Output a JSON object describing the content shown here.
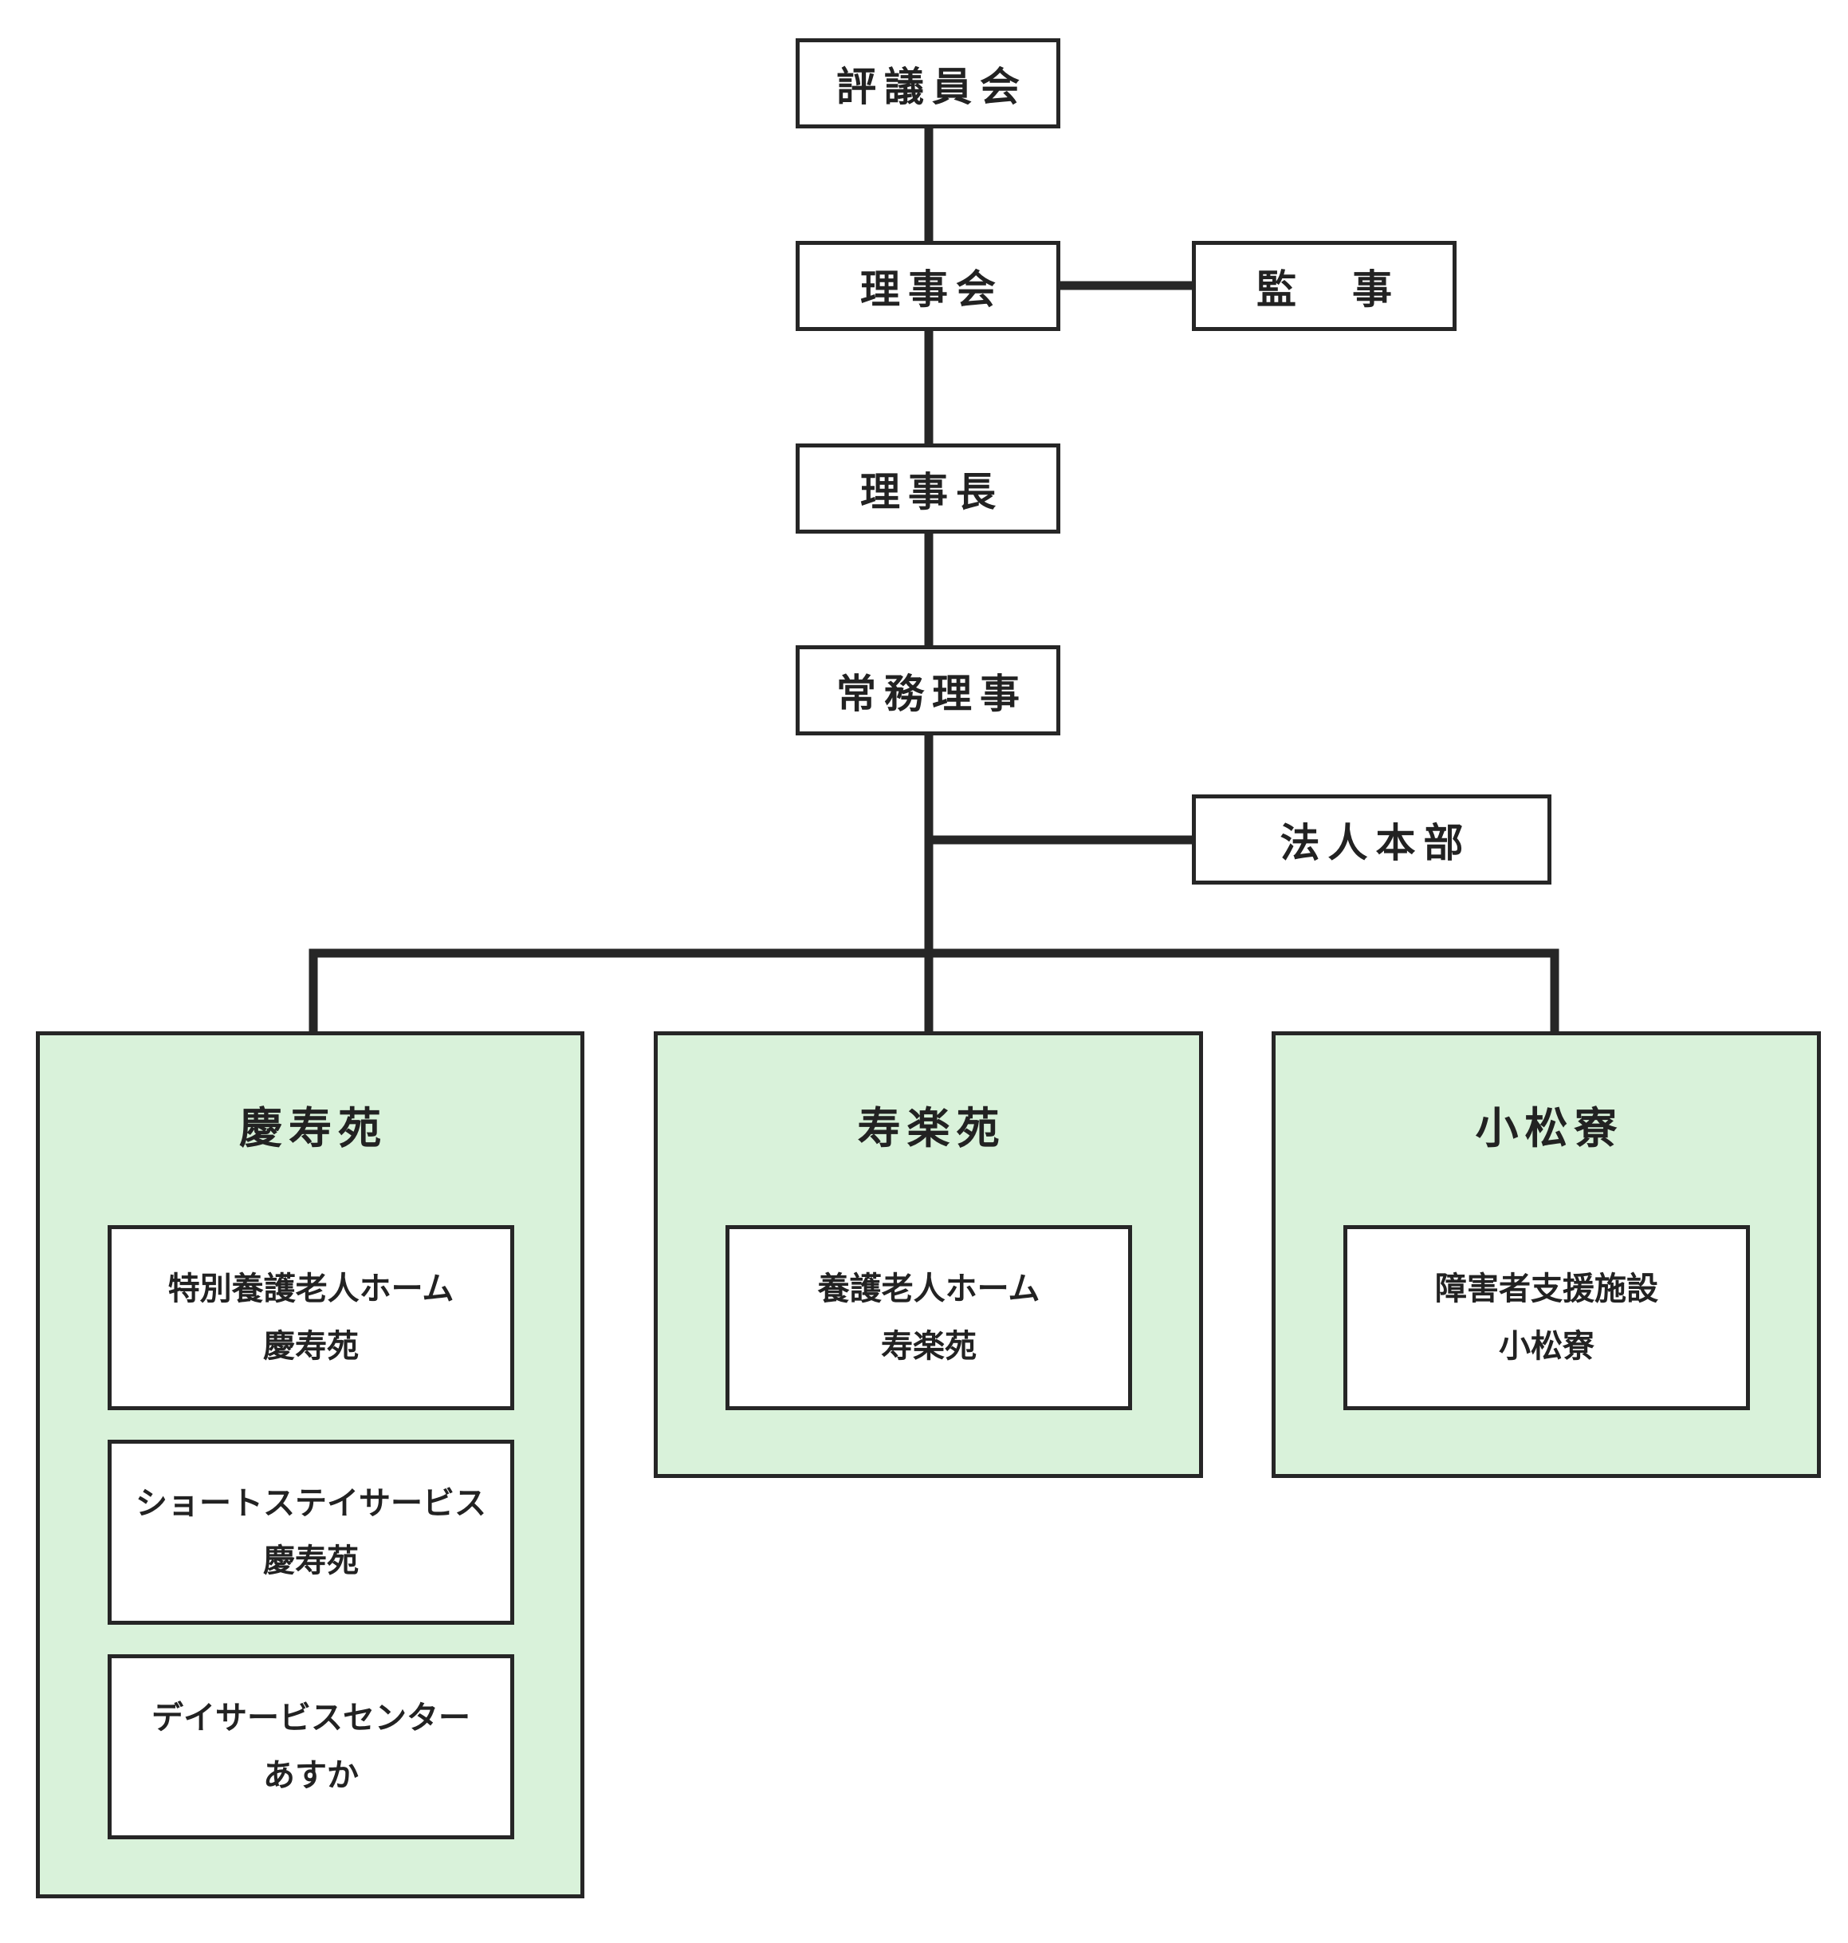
{
  "colors": {
    "line": "#262626",
    "facility_fill": "#d9f2da",
    "box_fill": "#ffffff"
  },
  "nodes": {
    "council": "評議員会",
    "board": "理事会",
    "auditor": "監　事",
    "chairman": "理事長",
    "executive": "常務理事",
    "headquarters": "法人本部"
  },
  "facilities": [
    {
      "name": "慶寿苑",
      "services": [
        {
          "line1": "特別養護老人ホーム",
          "line2": "慶寿苑"
        },
        {
          "line1": "ショートステイサービス",
          "line2": "慶寿苑"
        },
        {
          "line1": "デイサービスセンター",
          "line2": "あすか"
        }
      ]
    },
    {
      "name": "寿楽苑",
      "services": [
        {
          "line1": "養護老人ホーム",
          "line2": "寿楽苑"
        }
      ]
    },
    {
      "name": "小松寮",
      "services": [
        {
          "line1": "障害者支援施設",
          "line2": "小松寮"
        }
      ]
    }
  ]
}
